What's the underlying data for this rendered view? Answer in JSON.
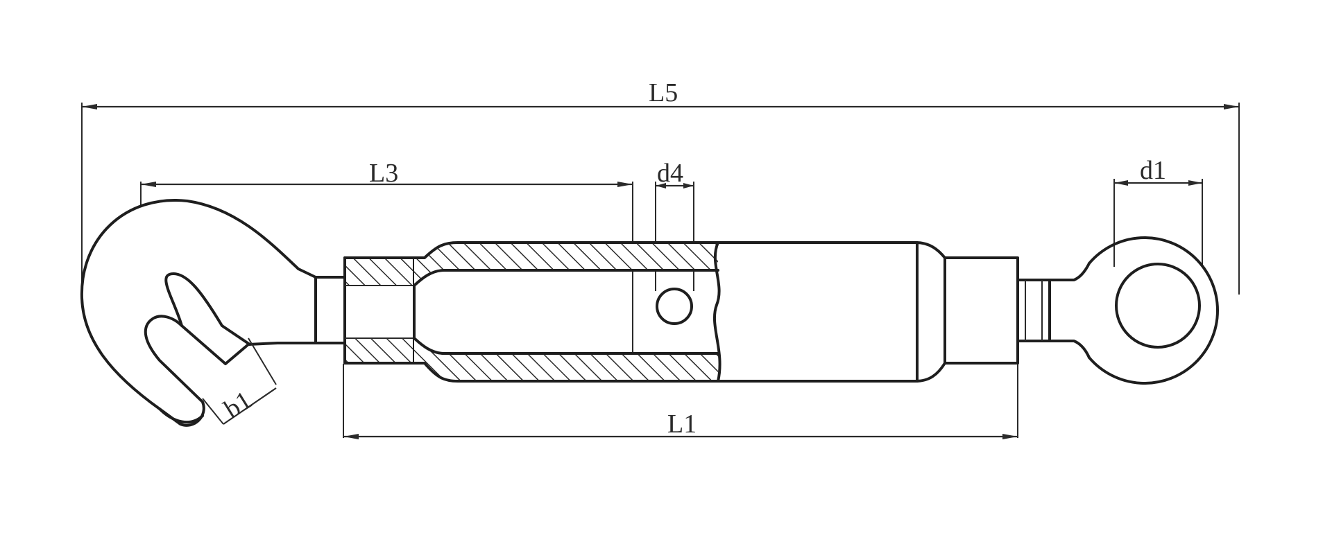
{
  "diagram": {
    "colors": {
      "line": "#1e1e1e",
      "background": "#ffffff"
    },
    "dimensions": {
      "overall_length": "L5",
      "hook_to_body_length": "L3",
      "pin_diameter": "d4",
      "eye_diameter": "d1",
      "hook_opening": "b1",
      "body_length": "L1"
    }
  }
}
